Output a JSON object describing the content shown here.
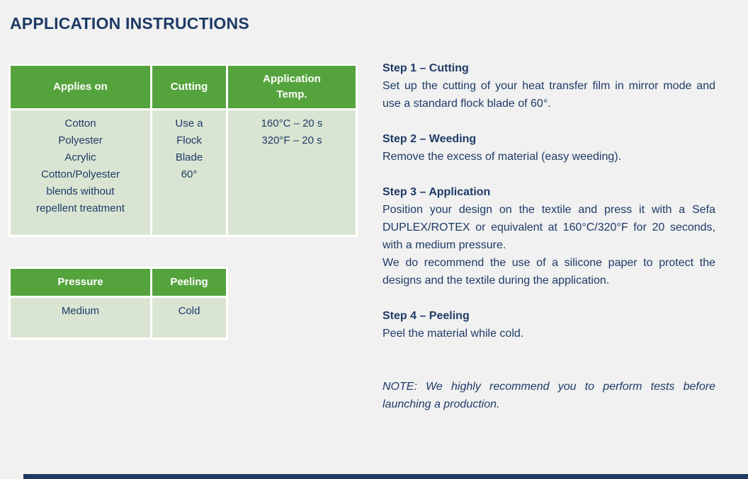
{
  "page": {
    "title": "APPLICATION INSTRUCTIONS",
    "colors": {
      "background": "#f0f1f0",
      "navy_text": "#1f3a68",
      "title_navy": "#1e3a66",
      "header_green": "#55a33d",
      "body_green": "#d9e5d2",
      "footer_bar_navy": "#203864",
      "grid_white": "#ffffff"
    }
  },
  "tables": [
    {
      "headers": [
        "Applies on",
        "Cutting",
        "Application\nTemp."
      ],
      "rows": [
        [
          "Cotton\nPolyester\nAcrylic\nCotton/Polyester\nblends without\nrepellent treatment",
          "Use a\nFlock\nBlade\n60°",
          "160°C – 20 s\n320°F – 20 s"
        ]
      ]
    },
    {
      "headers": [
        "Pressure",
        "Peeling"
      ],
      "rows": [
        [
          "Medium",
          "Cold"
        ]
      ]
    }
  ],
  "steps": [
    {
      "heading": "Step 1 – Cutting",
      "body": "Set up the cutting of your heat transfer film in mirror mode and use a standard flock blade of 60°."
    },
    {
      "heading": "Step 2 – Weeding",
      "body": "Remove the excess of material (easy weeding)."
    },
    {
      "heading": "Step 3 – Application",
      "body": "Position your design on the textile and press it with a Sefa DUPLEX/ROTEX or equivalent at 160°C/320°F for 20 seconds, with a medium pressure.\nWe do recommend the use of a silicone paper to protect the designs and the textile during the application."
    },
    {
      "heading": "Step 4 – Peeling",
      "body": "Peel the material while cold."
    }
  ],
  "note": "NOTE: We highly recommend you to perform tests before launching a production."
}
